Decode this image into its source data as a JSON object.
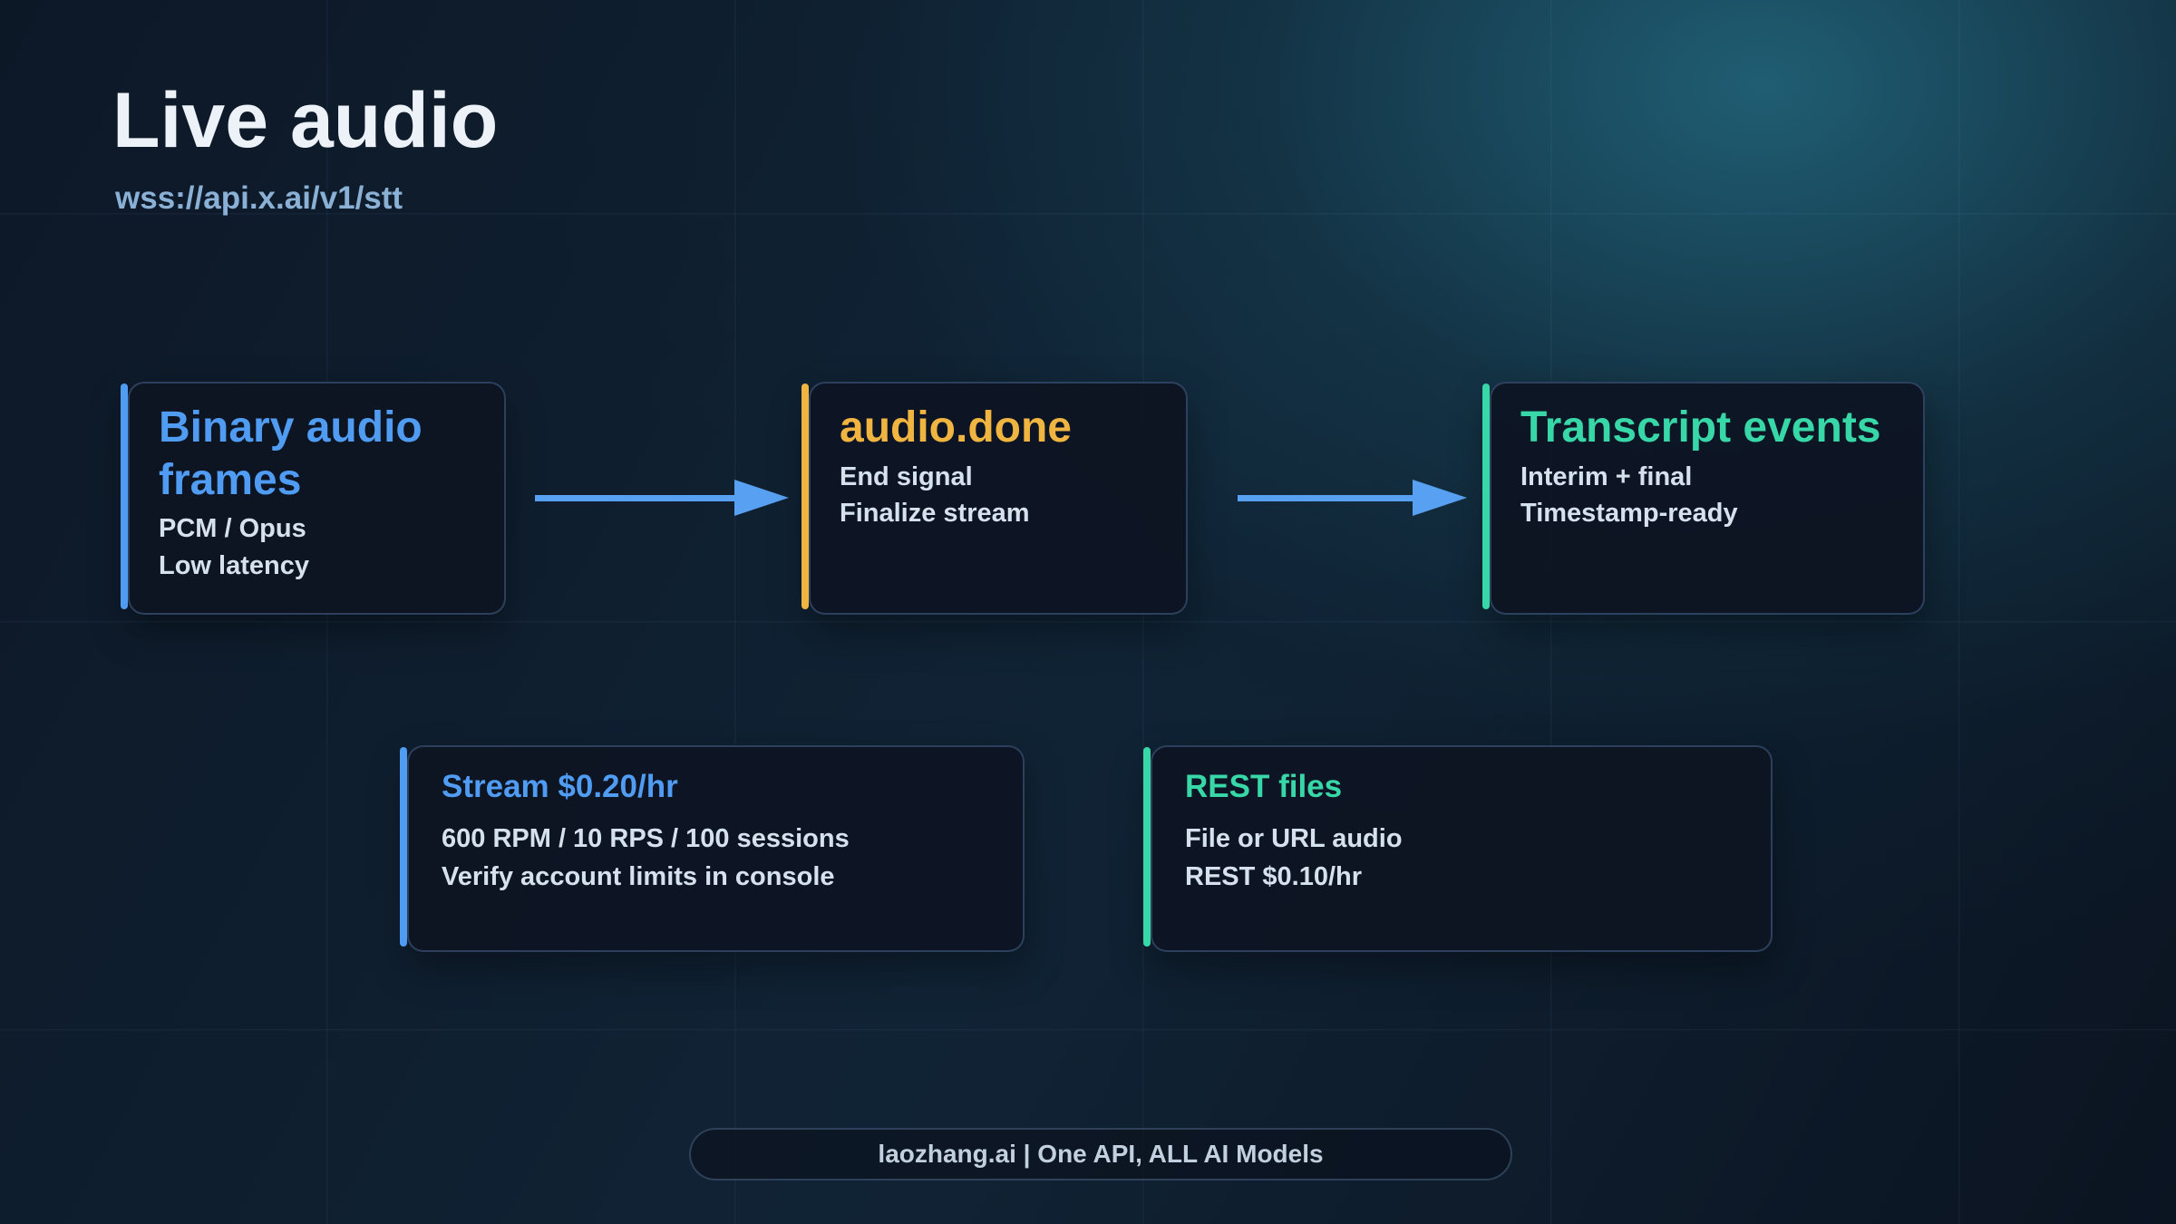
{
  "slide": {
    "title": "Live audio",
    "subtitle": "wss://api.x.ai/v1/stt"
  },
  "flow": {
    "nodes": [
      {
        "title": "Binary audio frames",
        "lines": [
          "PCM / Opus",
          "Low latency"
        ],
        "accent_color": "#4f9cf2"
      },
      {
        "title": "audio.done",
        "lines": [
          "End signal",
          "Finalize stream"
        ],
        "accent_color": "#f0b441"
      },
      {
        "title": "Transcript events",
        "lines": [
          "Interim + final",
          "Timestamp-ready"
        ],
        "accent_color": "#38d7a8"
      }
    ],
    "arrow_color": "#58a1f2"
  },
  "info_cards": [
    {
      "title": "Stream $0.20/hr",
      "lines": [
        "600 RPM / 10 RPS / 100 sessions",
        "Verify account limits in console"
      ],
      "accent_color": "#4f9cf2"
    },
    {
      "title": "REST files",
      "lines": [
        "File or URL audio",
        "REST $0.10/hr"
      ],
      "accent_color": "#38d7a8"
    }
  ],
  "footer": {
    "text": "laozhang.ai | One API, ALL AI Models"
  },
  "colors": {
    "background_base": "#0b1421",
    "background_glow": "#1d6076",
    "card_background": "#0d1422",
    "card_border": "#62,8ac0 (rgba 98,138,192,0.38)",
    "accent_blue": "#4f9cf2",
    "accent_amber": "#f0b441",
    "accent_teal": "#38d7a8",
    "arrow_blue": "#58a1f2",
    "title_text": "#edf2f8",
    "subtitle_text": "#8ab1d5",
    "body_text": "#d6e1ee",
    "footer_text": "#c2cfdf"
  }
}
